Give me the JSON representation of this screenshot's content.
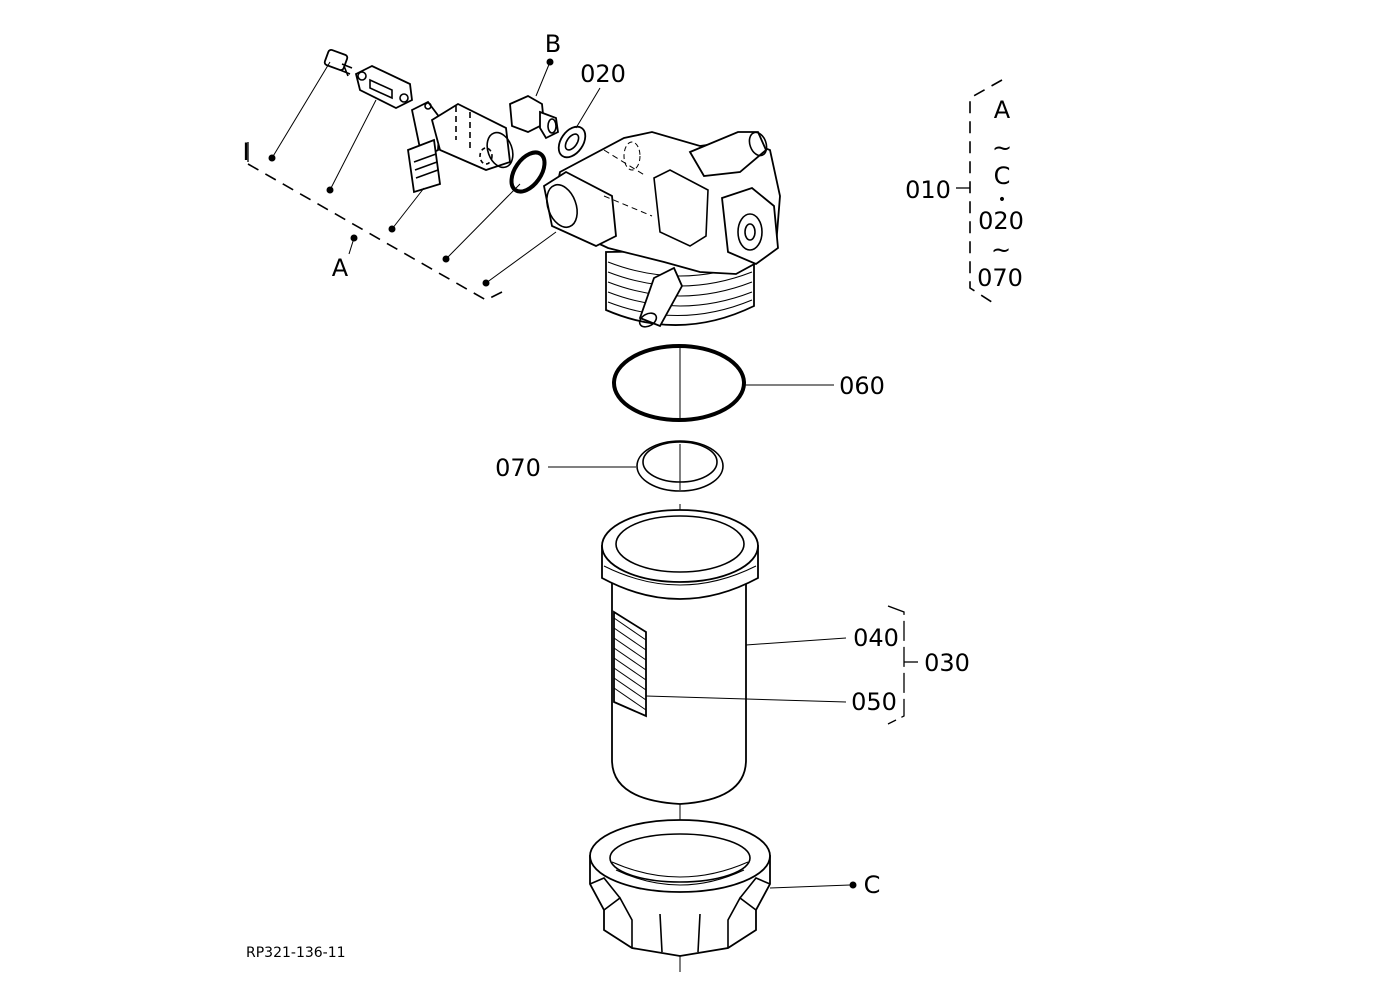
{
  "diagram": {
    "drawing_number": "RP321-136-11",
    "group_a": {
      "letter": "A",
      "marker": "I"
    },
    "callouts": {
      "b": "B",
      "c": "C",
      "p020": "020",
      "p030": "030",
      "p040": "040",
      "p050": "050",
      "p060": "060",
      "p070": "070"
    },
    "legend": {
      "main": "010",
      "from_a": "A",
      "tilde1": "~",
      "to_c": "C",
      "dot": "•",
      "from_020": "020",
      "tilde2": "~",
      "to_070": "070"
    }
  }
}
